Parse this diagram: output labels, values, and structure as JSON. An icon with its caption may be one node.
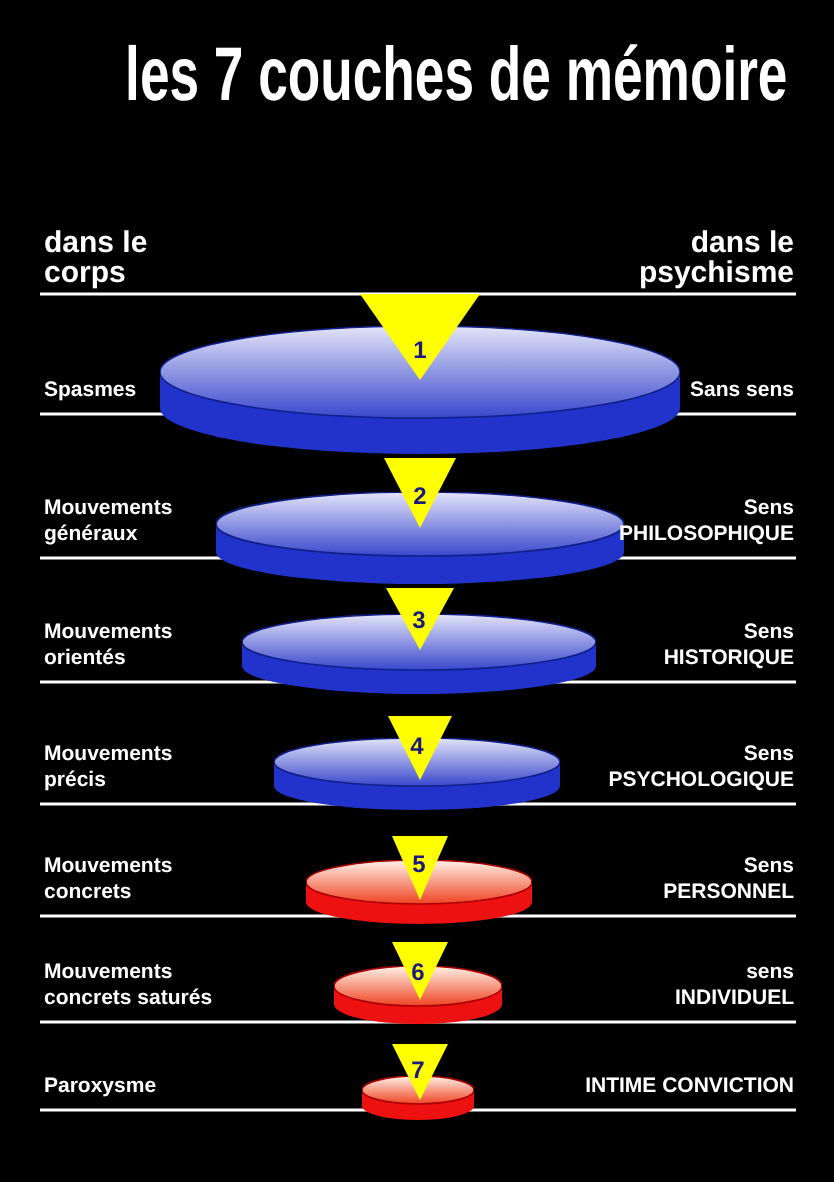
{
  "diagram": {
    "title": "les 7 couches de mémoire",
    "nodes": [
      {
        "text": [
          "1"
        ]
      },
      {
        "text": [
          "2"
        ]
      },
      {
        "text": [
          "3"
        ]
      },
      {
        "text": [
          "4"
        ]
      },
      {
        "text": [
          "5"
        ]
      },
      {
        "text": [
          "6"
        ]
      },
      {
        "text": [
          "7"
        ]
      }
    ],
    "labels": [
      "dans le corps",
      "dans le psychisme",
      "Spasmes",
      "Sans sens",
      "Mouvements généraux",
      "Sens PHILOSOPHIQUE",
      "Mouvements orientés",
      "Sens HISTORIQUE",
      "Mouvements précis",
      "Sens PSYCHOLOGIQUE",
      "Mouvements concrets",
      "Sens PERSONNEL",
      "Mouvements concrets saturés",
      "sens INDIVIDUEL",
      "Paroxysme",
      "INTIME CONVICTION"
    ]
  }
}
